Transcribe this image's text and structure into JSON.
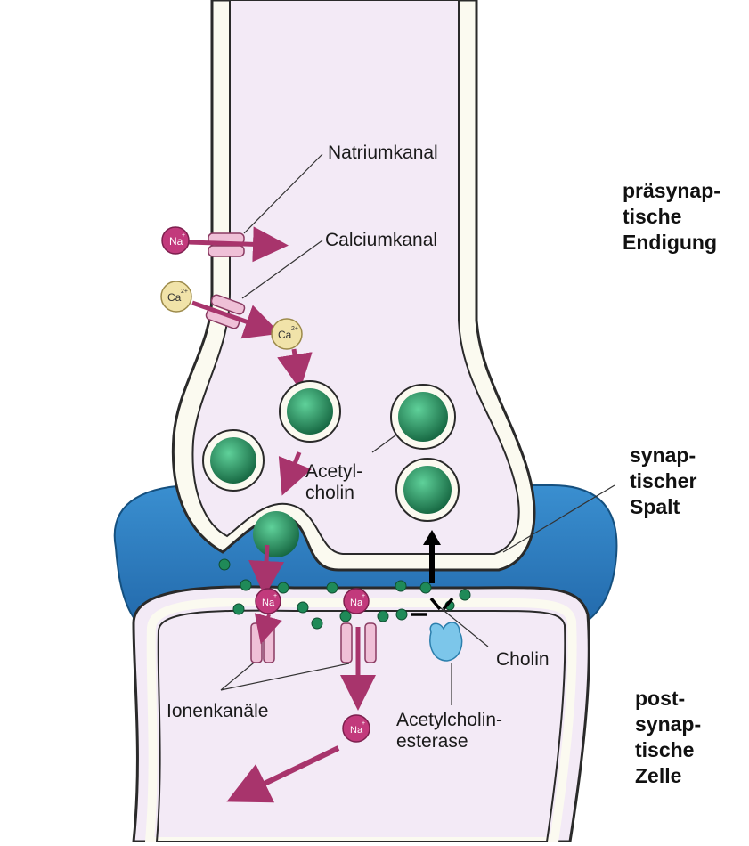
{
  "labels": {
    "natriumkanal": "Natriumkanal",
    "calciumkanal": "Calciumkanal",
    "acetylcholin": "Acetyl-\ncholin",
    "cholin": "Cholin",
    "ionenkanaele": "Ionenkanäle",
    "acetylcholinesterase": "Acetylcholin-\nesterase"
  },
  "regions": {
    "praesynaptisch": "präsynap-\ntische\nEndigung",
    "spalt": "synap-\ntischer\nSpalt",
    "postsynaptisch": "post-\nsynap-\ntische\nZelle"
  },
  "ions": {
    "na": "Na",
    "ca": "Ca",
    "na_charge": "+",
    "ca_charge": "2+"
  },
  "colors": {
    "cytoplasm": "#f3eaf6",
    "cleft": "#2f7fc1",
    "membrane": "#fbfaf0",
    "vesicle": "#1f8a58",
    "sodium": "#c23a7c",
    "calcium": "#f1e3a9",
    "channel": "#efc0d7",
    "enzyme": "#7cc6ea"
  }
}
